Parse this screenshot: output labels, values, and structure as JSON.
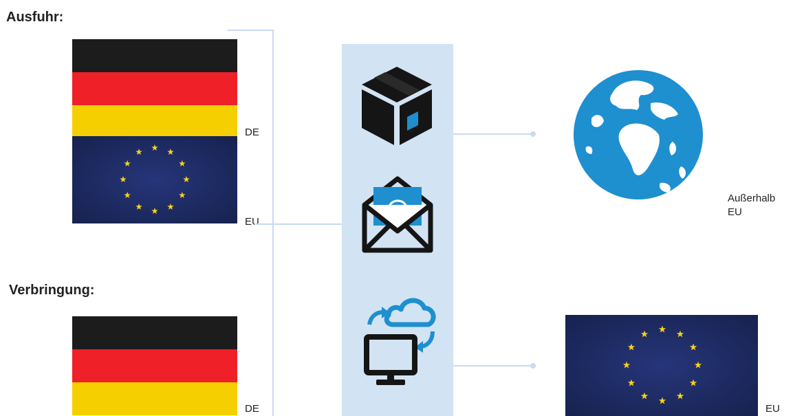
{
  "headings": {
    "export": "Ausfuhr:",
    "transfer": "Verbringung:"
  },
  "labels": {
    "de_top": "DE",
    "eu_top": "EU",
    "de_bottom": "DE",
    "outside_eu_line1": "Außerhalb",
    "outside_eu_line2": "EU",
    "eu_right": "EU"
  },
  "icons": [
    "package-icon",
    "email-envelope-icon",
    "cloud-computer-sync-icon",
    "globe-icon",
    "eu-flag-icon",
    "german-flag-icon"
  ],
  "colors": {
    "flag_black": "#1c1c1c",
    "flag_red": "#ef2028",
    "flag_gold": "#f6cf00",
    "eu_blue": "#1f2f6a",
    "eu_star": "#f7d21a",
    "accent_blue": "#1e8fcf",
    "column_bg": "#d2e3f4",
    "connector": "#c8daf0"
  }
}
